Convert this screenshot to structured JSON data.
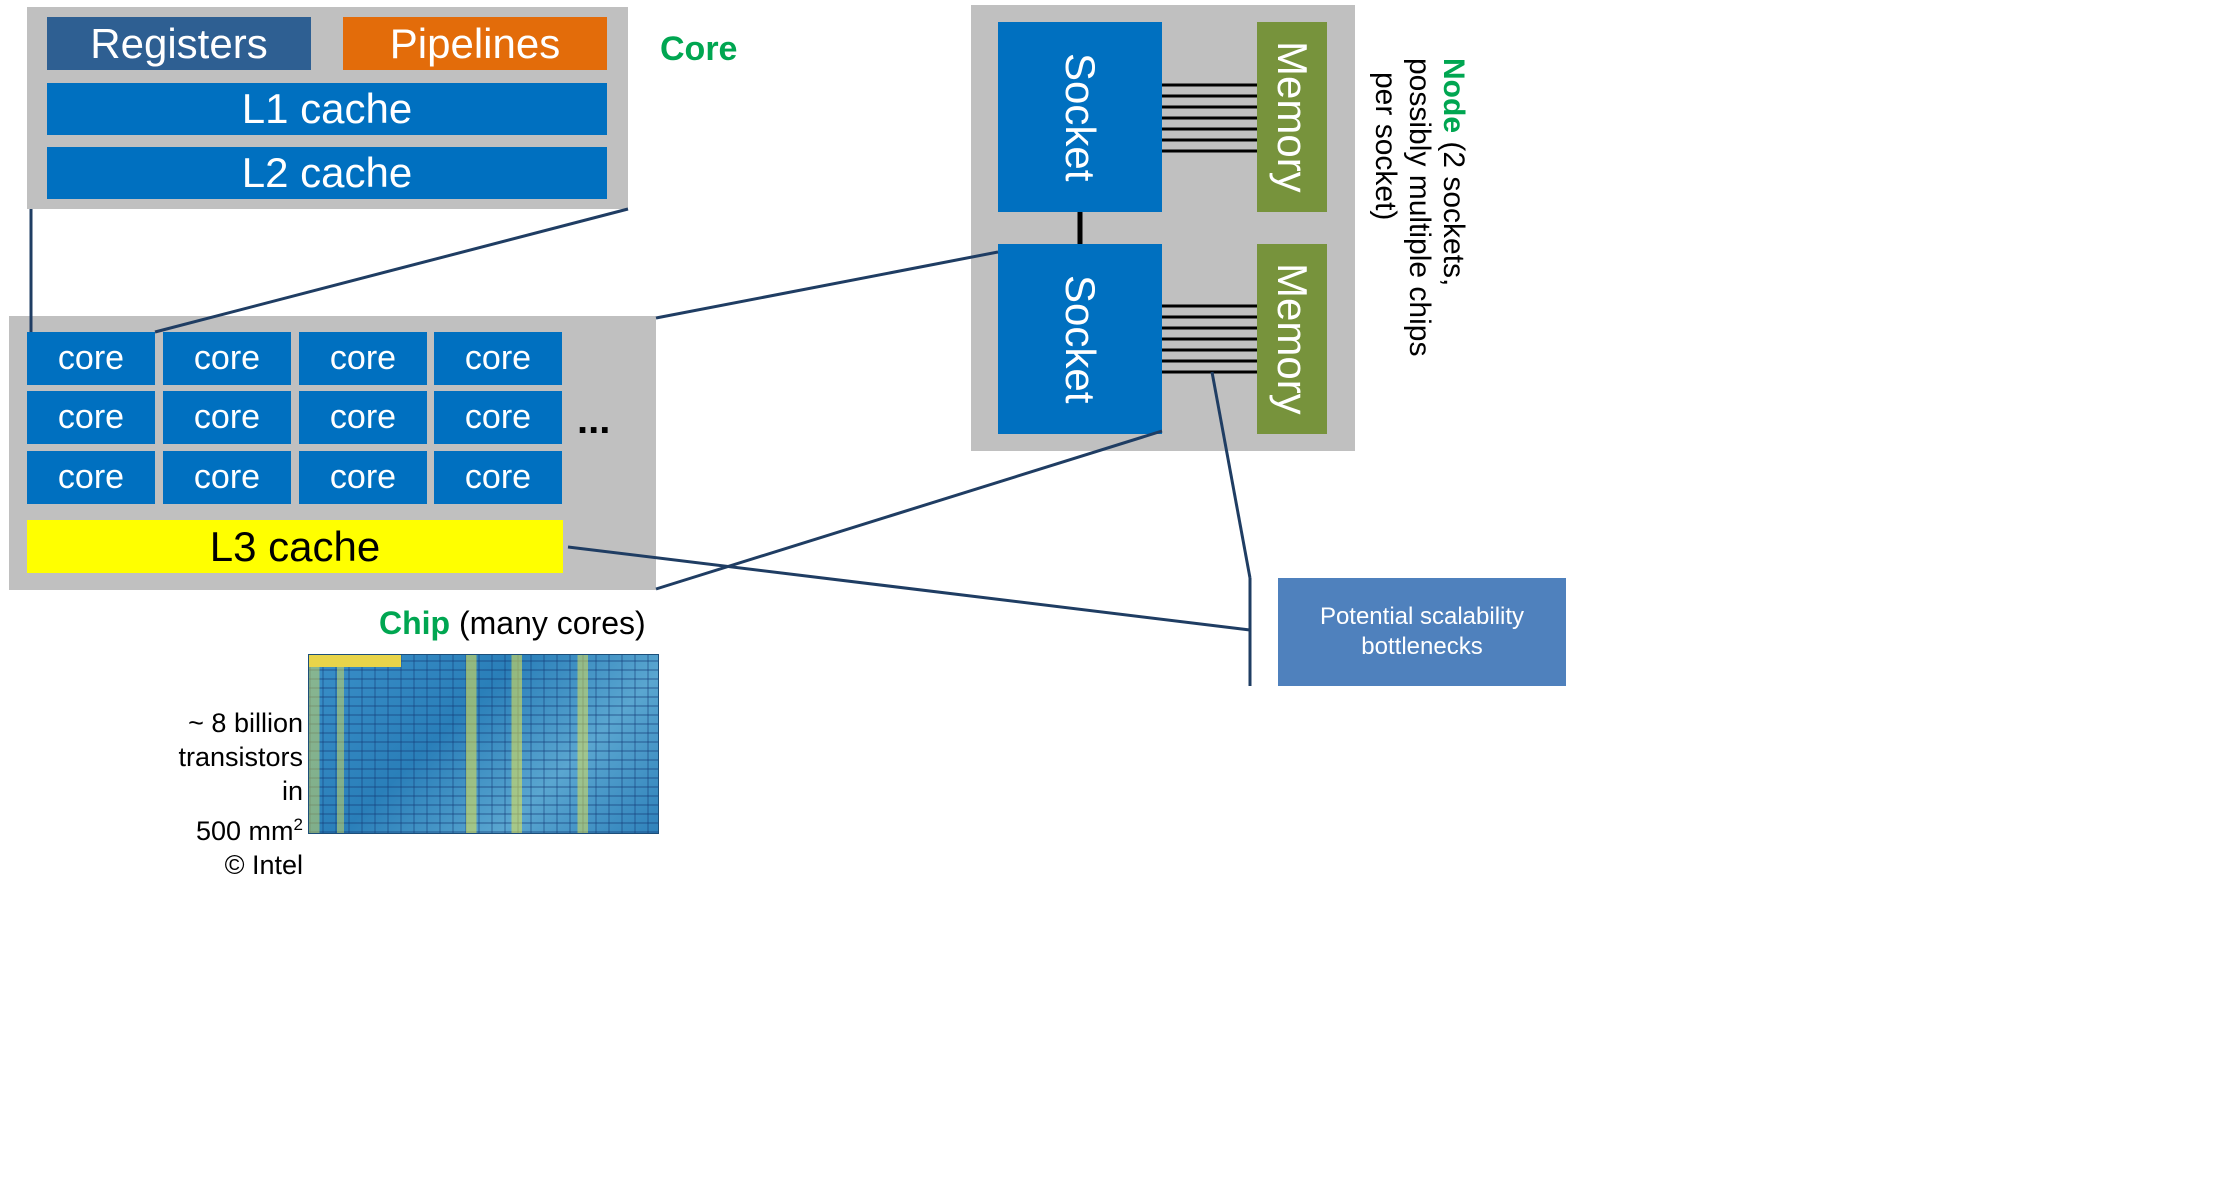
{
  "core_block": {
    "registers": "Registers",
    "pipelines": "Pipelines",
    "l1": "L1 cache",
    "l2": "L2 cache",
    "title": "Core"
  },
  "chip_block": {
    "core_label": "core",
    "ellipsis": "...",
    "l3": "L3 cache",
    "title_strong": "Chip",
    "title_rest": " (many cores)"
  },
  "node_block": {
    "socket": "Socket",
    "memory": "Memory",
    "title_strong": "Node",
    "title_rest_1": " (2 sockets,",
    "title_rest_2": "possibly multiple chips",
    "title_rest_3": "per socket)"
  },
  "bottleneck": {
    "line1": "Potential scalability",
    "line2": "bottlenecks"
  },
  "die_caption": {
    "line1": "~ 8 billion",
    "line2": "transistors in",
    "line3": "500 mm",
    "sup": "2",
    "line4": "© Intel"
  },
  "colors": {
    "blue": "#0070c0",
    "dark_blue": "#2e5f92",
    "orange": "#e36c0a",
    "yellow": "#ffff00",
    "memory_green": "#77933c",
    "gray": "#c0c0c0",
    "accent_green": "#00a651",
    "line": "#1f3d63",
    "bottleneck_box": "#4f81bd"
  }
}
